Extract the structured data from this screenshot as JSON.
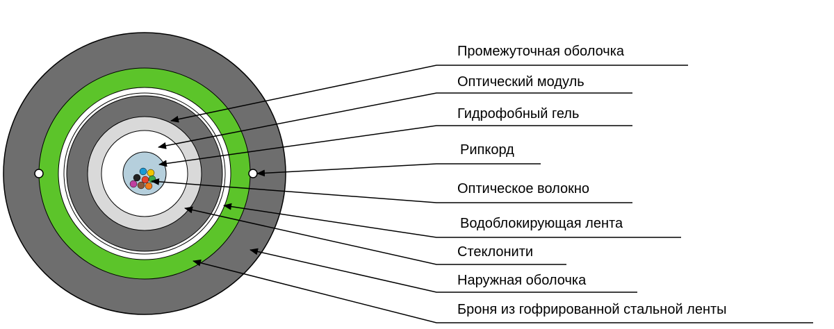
{
  "labels": [
    "Промежуточная оболочка",
    "Оптический модуль",
    "Гидрофобный гель",
    "Рипкорд",
    "Оптическое волокно",
    "Водоблокирующая лента",
    "Стеклонити",
    "Наружная оболочка",
    "Броня из гофрированной стальной ленты"
  ],
  "colors": {
    "outer_sheath": "#6e6e6e",
    "armor": "#5cc42a",
    "intermediate_sheath": "#6e6e6e",
    "module_tube": "#d9d9d9",
    "gel": "#ffffff",
    "fiber_bundle": "#b5cfdc",
    "line": "#000000"
  },
  "fiber_colors": [
    "#1a9ad6",
    "#f2c500",
    "#e8452c",
    "#f07d1a",
    "#8a5a3c",
    "#c040a0",
    "#222222",
    "#3aa84a"
  ]
}
